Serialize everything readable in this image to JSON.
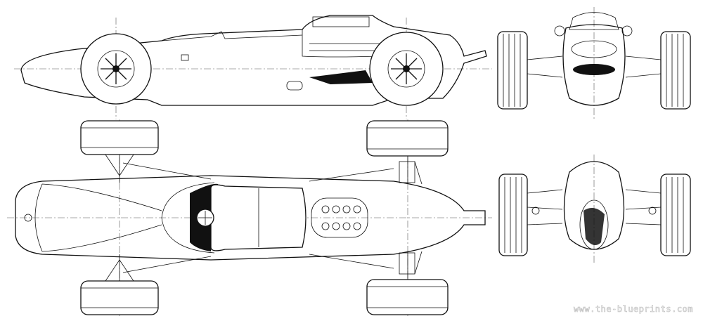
{
  "watermark": "www.the-blueprints.com",
  "views": [
    "side",
    "top",
    "front",
    "rear"
  ]
}
